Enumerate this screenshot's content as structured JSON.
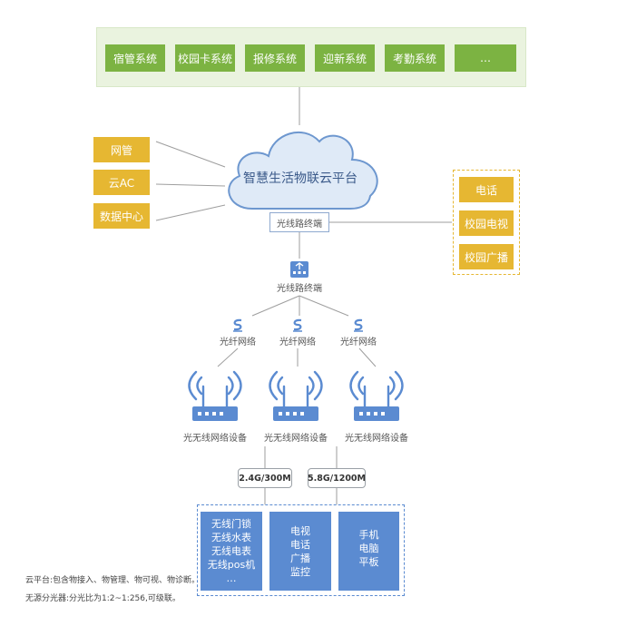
{
  "top_systems": [
    "宿管系统",
    "校园卡系统",
    "报修系统",
    "迎新系统",
    "考勤系统",
    "…"
  ],
  "left_items": [
    "网管",
    "云AC",
    "数据中心"
  ],
  "right_items": [
    "电话",
    "校园电视",
    "校园广播"
  ],
  "cloud_label": "智慧生活物联云平台",
  "olt_box_label": "光线路终端",
  "olt_device_label": "光线路终端",
  "fiber_labels": [
    "光纤网络",
    "光纤网络",
    "光纤网络"
  ],
  "router_labels": [
    "光无线网络设备",
    "光无线网络设备",
    "光无线网络设备"
  ],
  "speed_labels": [
    "2.4G/300M",
    "5.8G/1200M"
  ],
  "device_groups": [
    [
      "无线门锁",
      "无线水表",
      "无线电表",
      "无线pos机",
      "…"
    ],
    [
      "电视",
      "电话",
      "广播",
      "监控"
    ],
    [
      "手机",
      "电脑",
      "平板"
    ]
  ],
  "notes": [
    "云平台:包含物接入、物管理、物可视、物诊断。",
    "无源分光器:分光比为1:2~1:256,可级联。"
  ],
  "colors": {
    "green": "#7cb342",
    "yellow": "#e6b732",
    "blue": "#5b8bd1",
    "cloud": "#dfeaf7"
  }
}
